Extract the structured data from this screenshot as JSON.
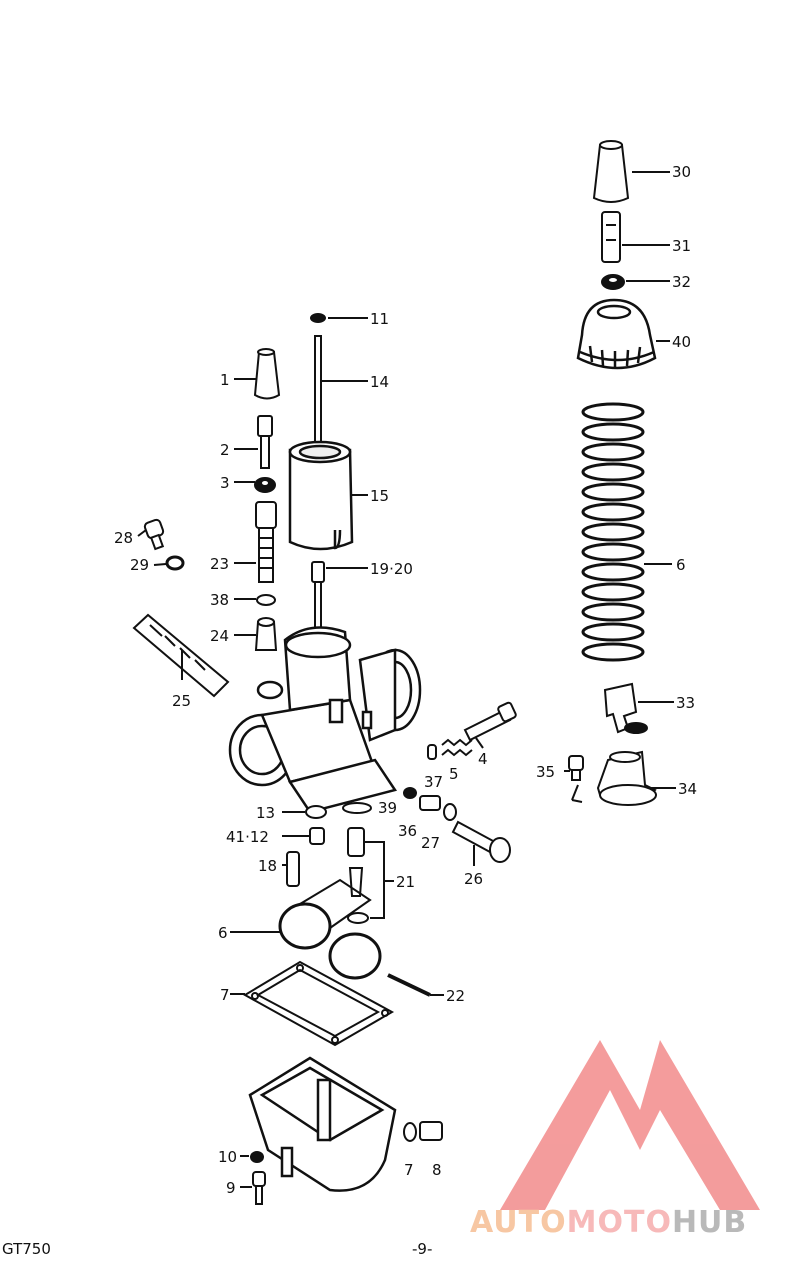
{
  "labels": {
    "p1": "1",
    "p2": "2",
    "p3": "3",
    "p4": "4",
    "p5": "5",
    "p6": "6",
    "p7a": "7",
    "p7b": "7",
    "p8": "8",
    "p9": "9",
    "p10": "10",
    "p11": "11",
    "p13": "13",
    "p14": "14",
    "p15": "15",
    "p18": "18",
    "p1920": "19·20",
    "p21": "21",
    "p22": "22",
    "p23": "23",
    "p24": "24",
    "p25": "25",
    "p26": "26",
    "p27": "27",
    "p28": "28",
    "p29": "29",
    "p30": "30",
    "p31": "31",
    "p32": "32",
    "p33": "33",
    "p34": "34",
    "p35": "35",
    "p36": "36",
    "p37": "37",
    "p38": "38",
    "p39": "39",
    "p40": "40",
    "p4112": "41·12",
    "p6b": "6"
  },
  "footer": {
    "model": "GT750",
    "page": "-9-"
  },
  "watermark": {
    "part1": "AUTO",
    "part2": "MOTO",
    "part3": "HUB"
  },
  "colors": {
    "ink": "#111111",
    "logo_red": "#f28b8b",
    "logo_orange": "#f7c7a3",
    "logo_gray": "#b9b9b9"
  }
}
